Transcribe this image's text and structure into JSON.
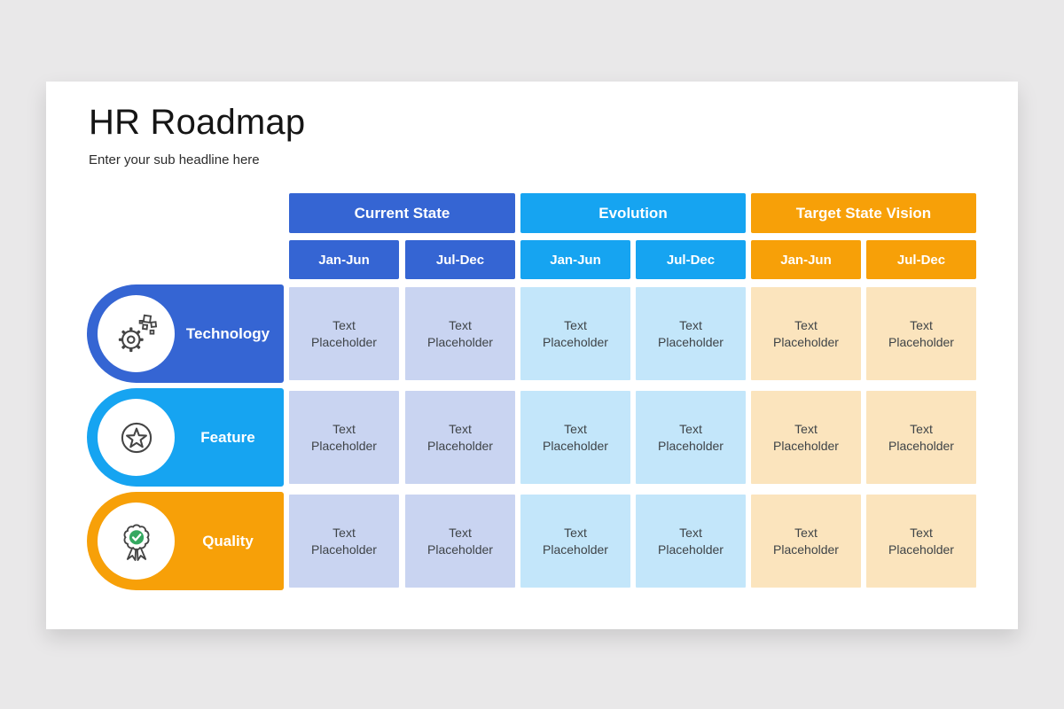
{
  "page": {
    "background_color": "#e9e8e9"
  },
  "slide": {
    "title": "HR Roadmap",
    "subtitle": "Enter your sub headline here"
  },
  "colors": {
    "royal_blue": "#3565d3",
    "sky_blue": "#16a4f1",
    "orange": "#f7a008",
    "cell_blue": "#c9d4f1",
    "cell_sky": "#c3e6fa",
    "cell_peach": "#fbe4bd",
    "cell_text": "#3e4347",
    "icon_stroke": "#454545",
    "check_green": "#34a860"
  },
  "matrix": {
    "groups": [
      {
        "label": "Current State",
        "sub": [
          "Jan-Jun",
          "Jul-Dec"
        ]
      },
      {
        "label": "Evolution",
        "sub": [
          "Jan-Jun",
          "Jul-Dec"
        ]
      },
      {
        "label": "Target State Vision",
        "sub": [
          "Jan-Jun",
          "Jul-Dec"
        ]
      }
    ],
    "rows": [
      {
        "label": "Technology",
        "icon": "gear-pixels-icon"
      },
      {
        "label": "Feature",
        "icon": "star-medal-icon"
      },
      {
        "label": "Quality",
        "icon": "award-ribbon-icon"
      }
    ],
    "cell_text": "Text Placeholder"
  }
}
